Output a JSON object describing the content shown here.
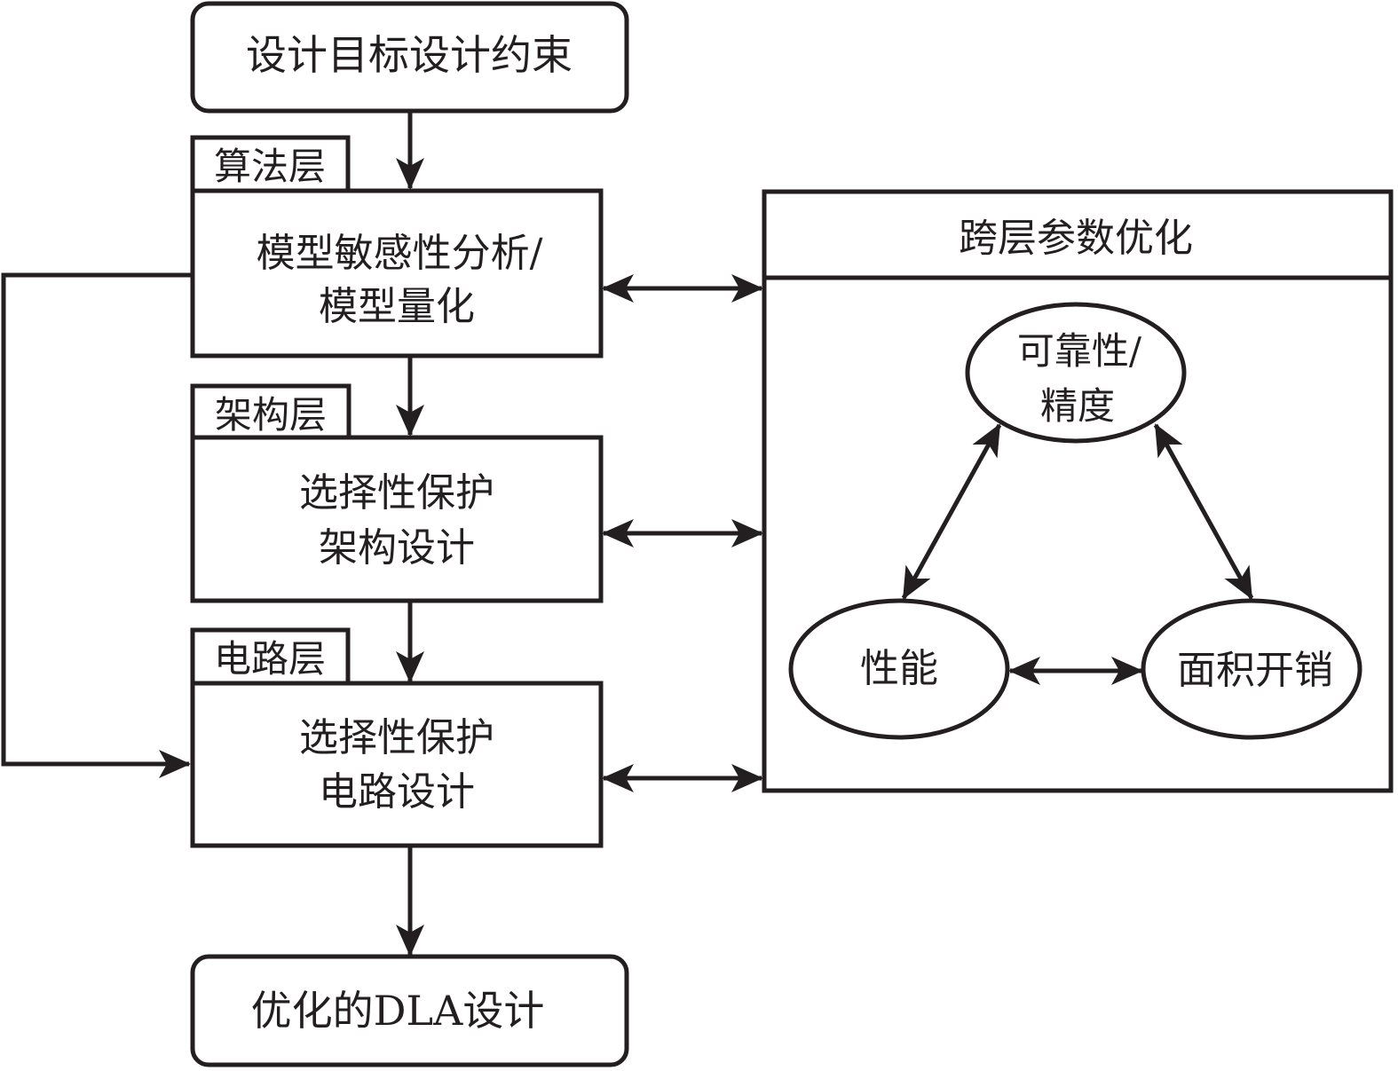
{
  "diagram": {
    "start": {
      "label": "设计目标设计约束"
    },
    "layers": [
      {
        "tag": "算法层",
        "lines": [
          "模型敏感性分析/",
          "模型量化"
        ]
      },
      {
        "tag": "架构层",
        "lines": [
          "选择性保护",
          "架构设计"
        ]
      },
      {
        "tag": "电路层",
        "lines": [
          "选择性保护",
          "电路设计"
        ]
      }
    ],
    "end": {
      "label": "优化的DLA设计"
    },
    "optimization": {
      "title": "跨层参数优化",
      "nodes": [
        {
          "id": "reliability",
          "lines": [
            "可靠性/",
            "精度"
          ]
        },
        {
          "id": "performance",
          "lines": [
            "性能"
          ]
        },
        {
          "id": "area",
          "lines": [
            "面积开销"
          ]
        }
      ]
    },
    "colors": {
      "stroke": "#231f20",
      "background": "#ffffff"
    }
  }
}
